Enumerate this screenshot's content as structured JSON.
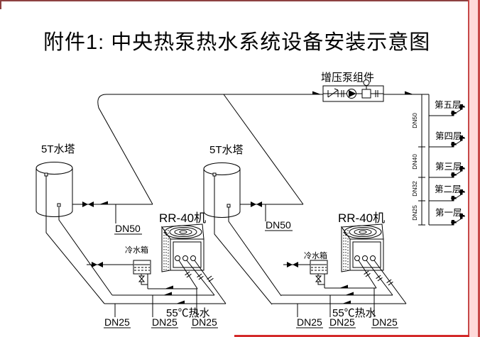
{
  "title": "附件1: 中央热泵热水系统设备安装示意图",
  "colors": {
    "line": "#000000",
    "background": "#ffffff",
    "border_top": "#8d4040",
    "border_right_line": "#c64848",
    "border_right_fill": "#ffd9d9",
    "border_bottom": "#d42a2a"
  },
  "booster_pump": {
    "label": "增压泵组件"
  },
  "riser": {
    "pipe_labels": [
      "DN50",
      "DN40",
      "DN32",
      "DN25"
    ],
    "floor_labels": [
      "第五层",
      "第四层",
      "第三层",
      "第二层",
      "第一层"
    ]
  },
  "tower_1": {
    "label": "5T水塔",
    "pipe_label": "DN50"
  },
  "tower_2": {
    "label": "5T水塔",
    "pipe_label": "DN50"
  },
  "unit_1": {
    "label": "RR-40机",
    "cold_tank": "冷水箱",
    "hot_water": "55℃热水",
    "pipes": [
      "DN25",
      "DN25",
      "DN25"
    ]
  },
  "unit_2": {
    "label": "RR-40机",
    "cold_tank": "冷水箱",
    "hot_water": "55℃热水",
    "pipes": [
      "DN25",
      "DN25",
      "DN25"
    ]
  }
}
